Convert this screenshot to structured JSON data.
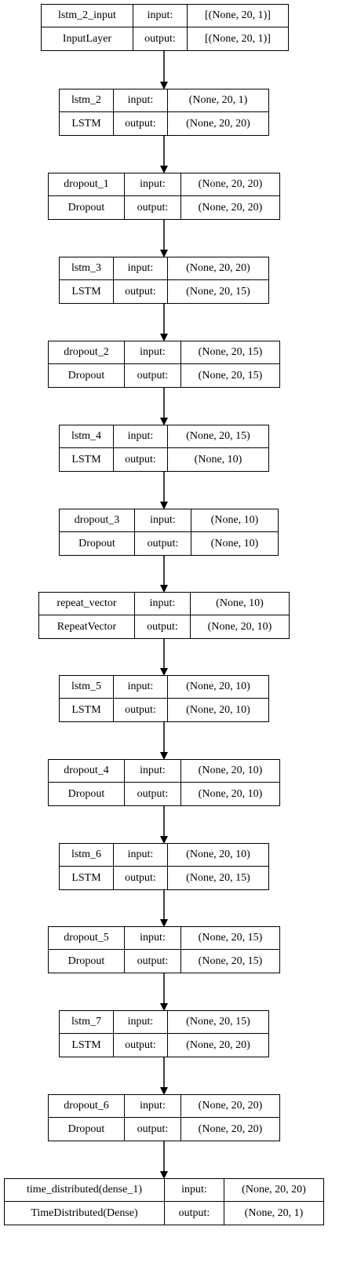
{
  "layers": [
    {
      "name": "lstm_2_input",
      "type": "InputLayer",
      "input_label": "input:",
      "output_label": "output:",
      "input_shape": "[(None, 20, 1)]",
      "output_shape": "[(None, 20, 1)]"
    },
    {
      "name": "lstm_2",
      "type": "LSTM",
      "input_label": "input:",
      "output_label": "output:",
      "input_shape": "(None, 20, 1)",
      "output_shape": "(None, 20, 20)"
    },
    {
      "name": "dropout_1",
      "type": "Dropout",
      "input_label": "input:",
      "output_label": "output:",
      "input_shape": "(None, 20, 20)",
      "output_shape": "(None, 20, 20)"
    },
    {
      "name": "lstm_3",
      "type": "LSTM",
      "input_label": "input:",
      "output_label": "output:",
      "input_shape": "(None, 20, 20)",
      "output_shape": "(None, 20, 15)"
    },
    {
      "name": "dropout_2",
      "type": "Dropout",
      "input_label": "input:",
      "output_label": "output:",
      "input_shape": "(None, 20, 15)",
      "output_shape": "(None, 20, 15)"
    },
    {
      "name": "lstm_4",
      "type": "LSTM",
      "input_label": "input:",
      "output_label": "output:",
      "input_shape": "(None, 20, 15)",
      "output_shape": "(None, 10)"
    },
    {
      "name": "dropout_3",
      "type": "Dropout",
      "input_label": "input:",
      "output_label": "output:",
      "input_shape": "(None, 10)",
      "output_shape": "(None, 10)"
    },
    {
      "name": "repeat_vector",
      "type": "RepeatVector",
      "input_label": "input:",
      "output_label": "output:",
      "input_shape": "(None, 10)",
      "output_shape": "(None, 20, 10)"
    },
    {
      "name": "lstm_5",
      "type": "LSTM",
      "input_label": "input:",
      "output_label": "output:",
      "input_shape": "(None, 20, 10)",
      "output_shape": "(None, 20, 10)"
    },
    {
      "name": "dropout_4",
      "type": "Dropout",
      "input_label": "input:",
      "output_label": "output:",
      "input_shape": "(None, 20, 10)",
      "output_shape": "(None, 20, 10)"
    },
    {
      "name": "lstm_6",
      "type": "LSTM",
      "input_label": "input:",
      "output_label": "output:",
      "input_shape": "(None, 20, 10)",
      "output_shape": "(None, 20, 15)"
    },
    {
      "name": "dropout_5",
      "type": "Dropout",
      "input_label": "input:",
      "output_label": "output:",
      "input_shape": "(None, 20, 15)",
      "output_shape": "(None, 20, 15)"
    },
    {
      "name": "lstm_7",
      "type": "LSTM",
      "input_label": "input:",
      "output_label": "output:",
      "input_shape": "(None, 20, 15)",
      "output_shape": "(None, 20, 20)"
    },
    {
      "name": "dropout_6",
      "type": "Dropout",
      "input_label": "input:",
      "output_label": "output:",
      "input_shape": "(None, 20, 20)",
      "output_shape": "(None, 20, 20)"
    },
    {
      "name": "time_distributed(dense_1)",
      "type": "TimeDistributed(Dense)",
      "input_label": "input:",
      "output_label": "output:",
      "input_shape": "(None, 20, 20)",
      "output_shape": "(None, 20, 1)"
    }
  ],
  "colors": {
    "stroke": "#000000",
    "background": "#ffffff"
  }
}
